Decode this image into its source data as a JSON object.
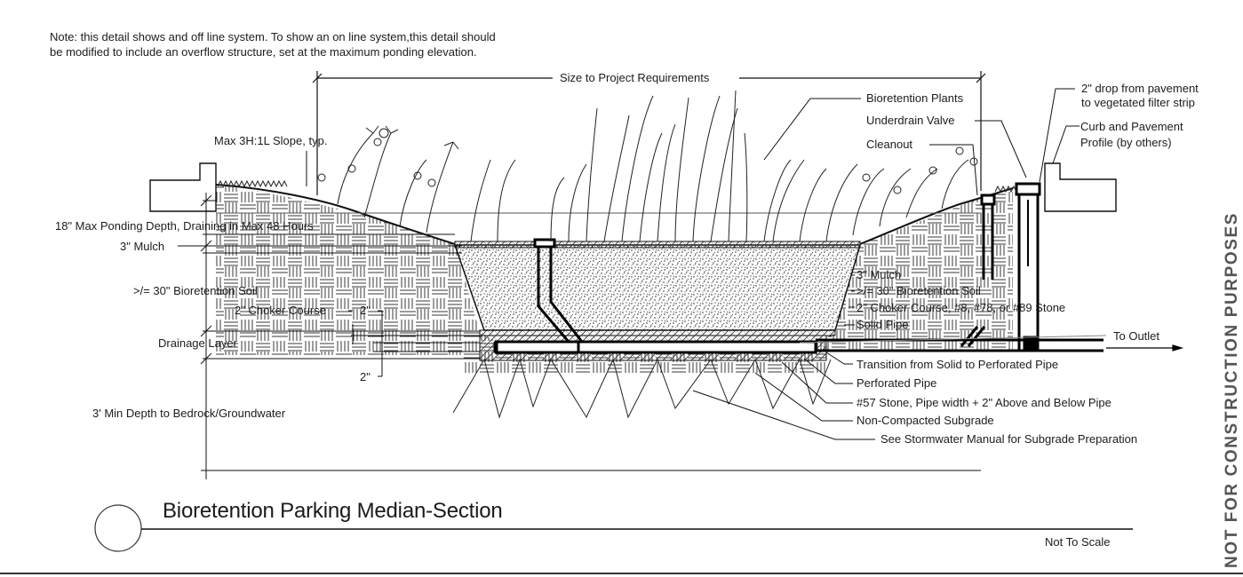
{
  "note": "Note: this detail shows and off line system.  To show an on line system,this detail should\nbe modified to include an overflow structure, set at the maximum ponding elevation.",
  "dimension_labels": {
    "width": "Size to Project Requirements",
    "slope": "Max 3H:1L Slope, typ.",
    "ponding": "18\" Max Ponding Depth, Draining in Max 48 Hours",
    "mulch": "3\" Mulch",
    "soil": ">/= 30\" Bioretention Soil",
    "choker": "2\" Choker Course",
    "choker_dim": "2\"",
    "drainage": "Drainage Layer",
    "drainage_dim": "2\"",
    "depth": "3' Min Depth to Bedrock/Groundwater"
  },
  "callouts_top": {
    "plants": "Bioretention Plants",
    "valve": "Underdrain Valve",
    "cleanout": "Cleanout",
    "drop": "2\" drop from pavement\nto vegetated filter strip",
    "curb": "Curb and Pavement\nProfile (by others)"
  },
  "callouts_right": [
    "3\" Mulch",
    ">/= 30\" Bioretention Soil",
    "2\" Choker Course, #8, #78, or #89 Stone",
    "Solid Pipe",
    "To Outlet",
    "Transition from Solid to Perforated Pipe",
    "Perforated Pipe",
    "#57 Stone, Pipe width + 2\" Above and Below Pipe",
    "Non-Compacted Subgrade",
    "See Stormwater Manual for Subgrade Preparation"
  ],
  "title": "Bioretention Parking Median-Section",
  "scale_note": "Not To Scale",
  "stamp": "NOT FOR CONSTRUCTION PURPOSES"
}
